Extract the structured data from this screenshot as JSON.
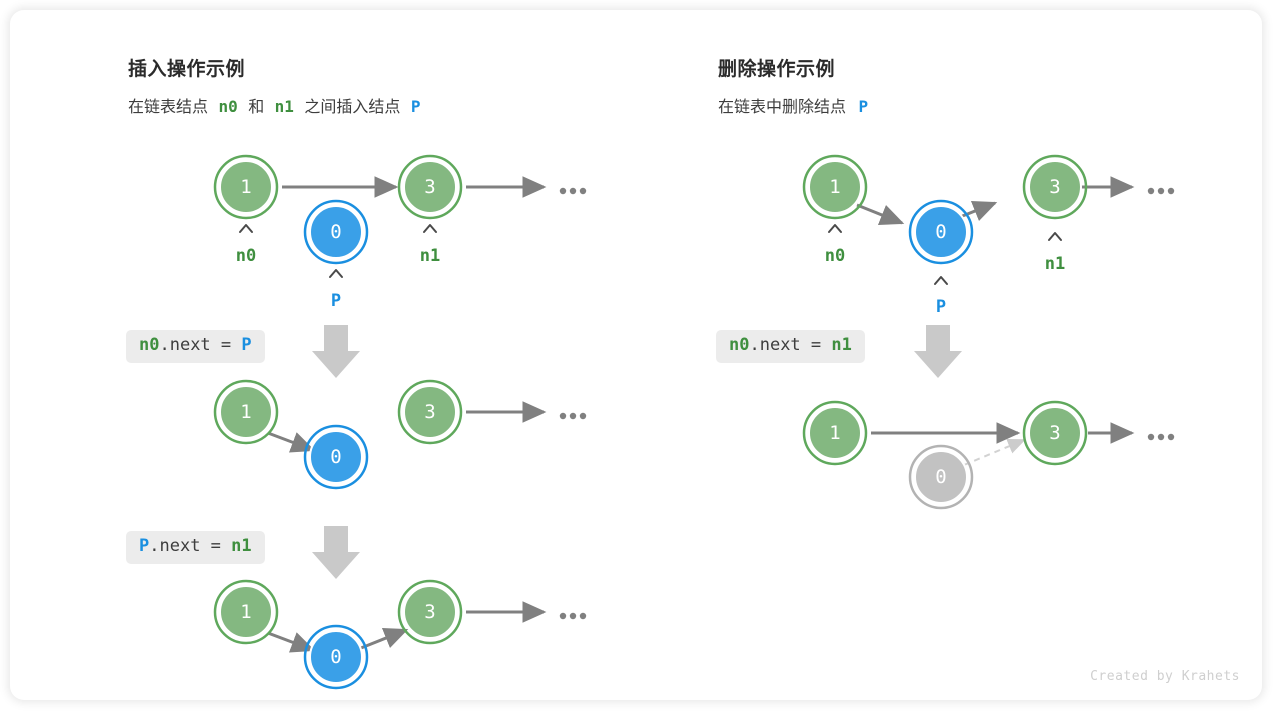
{
  "colors": {
    "node_green_fill": "#84b881",
    "node_green_stroke": "#5fa85c",
    "node_blue_fill": "#3aa0e8",
    "node_blue_stroke": "#1a8fe0",
    "node_gray_fill": "#c2c2c2",
    "node_gray_stroke": "#b3b3b3",
    "edge_gray": "#808080",
    "edge_dashed": "#d2d2d2",
    "chip_bg": "#ececec",
    "text_green": "#3f8f3f",
    "text_blue": "#1a8fe0",
    "text_dark": "#3d3d3d",
    "card_bg": "#ffffff",
    "footer_gray": "#cfcfcf"
  },
  "panels": {
    "insert": {
      "title": "插入操作示例",
      "subtitle": {
        "part1": "在链表结点",
        "n0": "n0",
        "part2": "和",
        "n1": "n1",
        "part3": "之间插入结点",
        "p": "P"
      },
      "steps": [
        {
          "code": {
            "left": "n0",
            "left_color": "green",
            "middle": ".next = ",
            "right": "P",
            "right_color": "blue"
          },
          "arrow": "down-arrow-icon"
        },
        {
          "code": {
            "left": "P",
            "left_color": "blue",
            "middle": ".next = ",
            "right": "n1",
            "right_color": "green"
          },
          "arrow": "down-arrow-icon"
        }
      ],
      "rows": [
        {
          "name": "initial-state",
          "nodes": [
            {
              "value": "1",
              "color": "green",
              "pointer": "n0",
              "pointer_color": "green"
            },
            {
              "value": "0",
              "color": "blue",
              "pointer": "P",
              "pointer_color": "blue"
            },
            {
              "value": "3",
              "color": "green",
              "pointer": "n1",
              "pointer_color": "green"
            }
          ],
          "ellipsis": "..."
        },
        {
          "name": "after-n0-next-p",
          "nodes": [
            {
              "value": "1",
              "color": "green"
            },
            {
              "value": "0",
              "color": "blue"
            },
            {
              "value": "3",
              "color": "green"
            }
          ],
          "ellipsis": "..."
        },
        {
          "name": "after-p-next-n1",
          "nodes": [
            {
              "value": "1",
              "color": "green"
            },
            {
              "value": "0",
              "color": "blue"
            },
            {
              "value": "3",
              "color": "green"
            }
          ],
          "ellipsis": "..."
        }
      ]
    },
    "delete": {
      "title": "删除操作示例",
      "subtitle": {
        "part1": "在链表中删除结点",
        "p": "P"
      },
      "steps": [
        {
          "code": {
            "left": "n0",
            "left_color": "green",
            "middle": ".next = ",
            "right": "n1",
            "right_color": "green"
          },
          "arrow": "down-arrow-icon"
        }
      ],
      "rows": [
        {
          "name": "initial-state",
          "nodes": [
            {
              "value": "1",
              "color": "green",
              "pointer": "n0",
              "pointer_color": "green"
            },
            {
              "value": "0",
              "color": "blue",
              "pointer": "P",
              "pointer_color": "blue"
            },
            {
              "value": "3",
              "color": "green",
              "pointer": "n1",
              "pointer_color": "green"
            }
          ],
          "ellipsis": "..."
        },
        {
          "name": "after-n0-next-n1",
          "nodes": [
            {
              "value": "1",
              "color": "green"
            },
            {
              "value": "0",
              "color": "gray"
            },
            {
              "value": "3",
              "color": "green"
            }
          ],
          "ellipsis": "..."
        }
      ]
    }
  },
  "footer": "Created by Krahets"
}
